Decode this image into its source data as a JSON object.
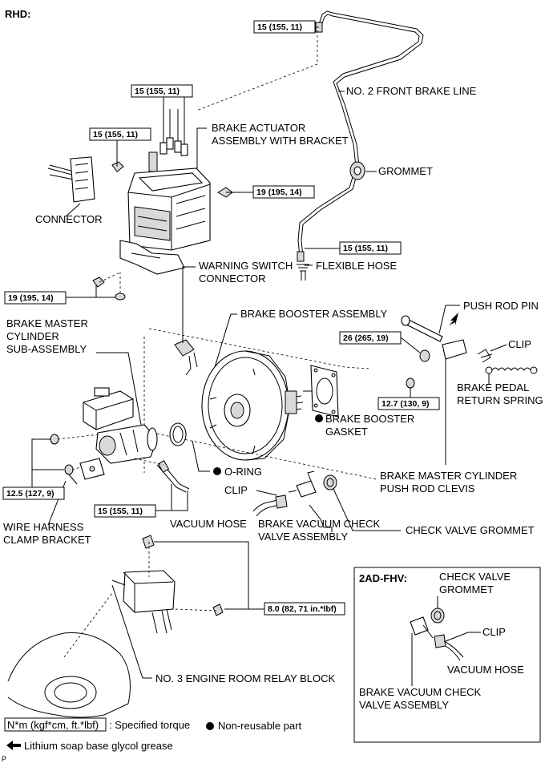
{
  "header": {
    "variant": "RHD:"
  },
  "torque": {
    "t1": "15 (155, 11)",
    "t2": "15 (155, 11)",
    "t3": "15 (155, 11)",
    "t4": "19 (195, 14)",
    "t5": "15 (155, 11)",
    "t6": "19 (195, 14)",
    "t7": "26 (265, 19)",
    "t8": "12.7 (130, 9)",
    "t9": "12.5 (127, 9)",
    "t10": "15 (155, 11)",
    "t11": "8.0 (82, 71 in.*lbf)"
  },
  "labels": {
    "front_brake_line": "NO. 2 FRONT BRAKE LINE",
    "actuator_1": "BRAKE ACTUATOR",
    "actuator_2": "ASSEMBLY WITH BRACKET",
    "grommet": "GROMMET",
    "connector": "CONNECTOR",
    "flexible_hose": "FLEXIBLE HOSE",
    "warning_switch_1": "WARNING SWITCH",
    "warning_switch_2": "CONNECTOR",
    "push_rod_pin": "PUSH ROD PIN",
    "booster_assembly": "BRAKE BOOSTER ASSEMBLY",
    "master_cyl_1": "BRAKE MASTER",
    "master_cyl_2": "CYLINDER",
    "master_cyl_3": "SUB-ASSEMBLY",
    "clip_right": "CLIP",
    "pedal_spring_1": "BRAKE PEDAL",
    "pedal_spring_2": "RETURN SPRING",
    "booster_gasket_1": "BRAKE BOOSTER",
    "booster_gasket_2": "GASKET",
    "o_ring": "O-RING",
    "clevis_1": "BRAKE MASTER CYLINDER",
    "clevis_2": "PUSH ROD CLEVIS",
    "clip_mid": "CLIP",
    "vacuum_hose": "VACUUM HOSE",
    "check_valve_1": "BRAKE VACUUM CHECK",
    "check_valve_2": "VALVE ASSEMBLY",
    "check_valve_grommet": "CHECK VALVE GROMMET",
    "harness_bracket_1": "WIRE HARNESS",
    "harness_bracket_2": "CLAMP BRACKET",
    "relay_block": "NO. 3 ENGINE ROOM RELAY BLOCK"
  },
  "inset": {
    "title": "2AD-FHV:",
    "grommet_1": "CHECK VALVE",
    "grommet_2": "GROMMET",
    "clip": "CLIP",
    "vacuum_hose": "VACUUM HOSE",
    "valve_1": "BRAKE VACUUM CHECK",
    "valve_2": "VALVE ASSEMBLY"
  },
  "legend": {
    "torque_unit": "N*m (kgf*cm, ft.*lbf)",
    "torque_desc": ": Specified torque",
    "nonreusable": "Non-reusable part",
    "grease": "Lithium soap base glycol grease"
  },
  "footer": {
    "code": "P"
  }
}
